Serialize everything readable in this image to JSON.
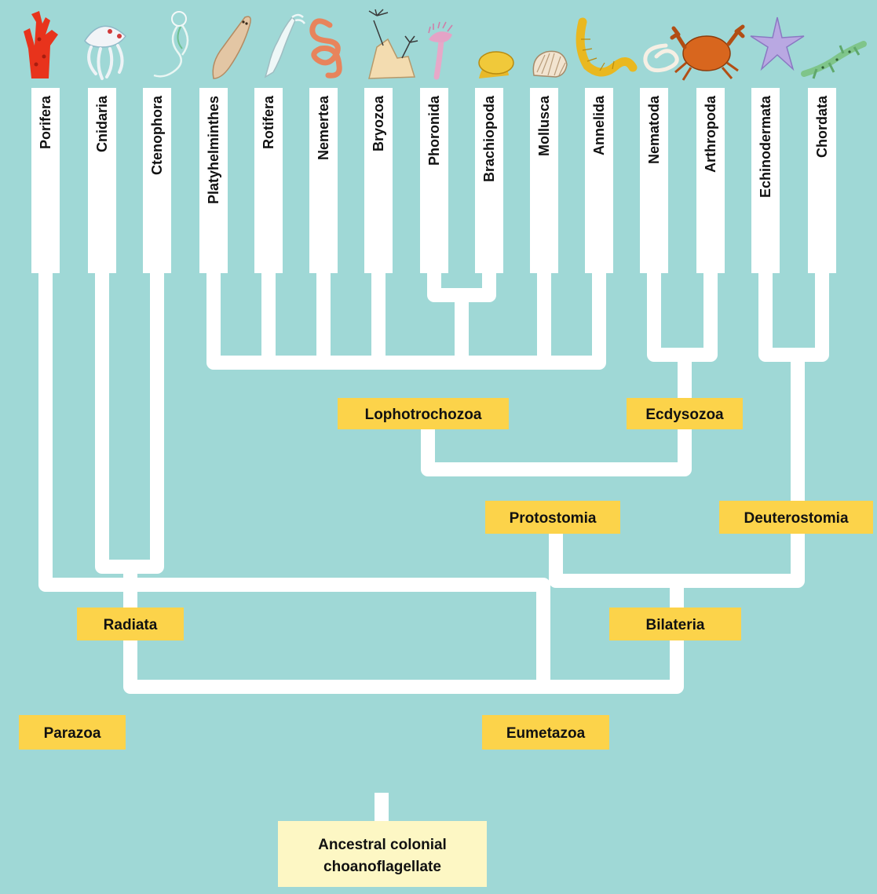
{
  "colors": {
    "background": "#9fd8d6",
    "branch": "#ffffff",
    "clade_label_bg": "#fcd34a",
    "root_label_bg": "#fdf7c4"
  },
  "phyla": [
    {
      "name": "Porifera",
      "icon": "sponge-icon"
    },
    {
      "name": "Cnidaria",
      "icon": "jellyfish-icon"
    },
    {
      "name": "Ctenophora",
      "icon": "comb-jelly-icon"
    },
    {
      "name": "Platyhelminthes",
      "icon": "flatworm-icon"
    },
    {
      "name": "Rotifera",
      "icon": "rotifer-icon"
    },
    {
      "name": "Nemertea",
      "icon": "ribbon-worm-icon"
    },
    {
      "name": "Bryozoa",
      "icon": "bryozoan-icon"
    },
    {
      "name": "Phoronida",
      "icon": "phoronid-icon"
    },
    {
      "name": "Brachiopoda",
      "icon": "lamp-shell-icon"
    },
    {
      "name": "Mollusca",
      "icon": "scallop-icon"
    },
    {
      "name": "Annelida",
      "icon": "earthworm-icon"
    },
    {
      "name": "Nematoda",
      "icon": "roundworm-icon"
    },
    {
      "name": "Arthropoda",
      "icon": "crab-icon"
    },
    {
      "name": "Echinodermata",
      "icon": "sea-star-icon"
    },
    {
      "name": "Chordata",
      "icon": "salamander-icon"
    }
  ],
  "clades": {
    "lophotrochozoa": "Lophotrochozoa",
    "ecdysozoa": "Ecdysozoa",
    "protostomia": "Protostomia",
    "deuterostomia": "Deuterostomia",
    "radiata": "Radiata",
    "bilateria": "Bilateria",
    "parazoa": "Parazoa",
    "eumetazoa": "Eumetazoa"
  },
  "root": {
    "line1": "Ancestral colonial",
    "line2": "choanoflagellate"
  }
}
